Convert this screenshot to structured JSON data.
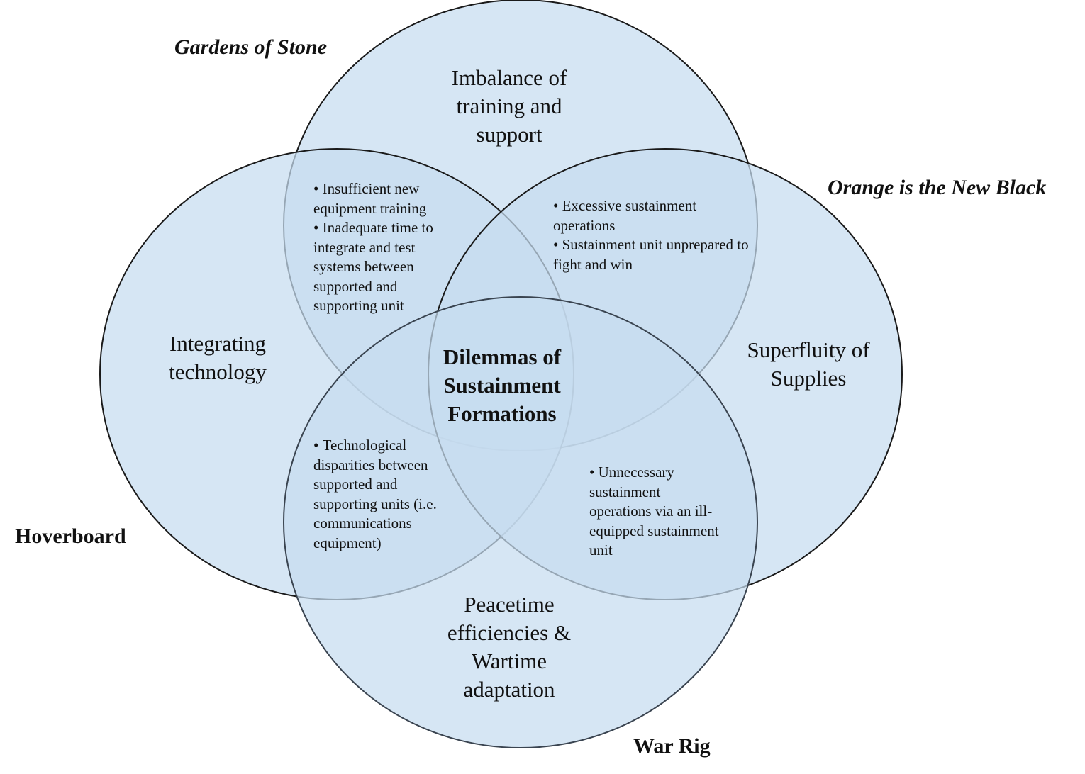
{
  "diagram": {
    "type": "venn",
    "colors": {
      "fill": "#c6dcf0",
      "stroke": "#1a1a1a"
    },
    "film_labels": {
      "top": "Gardens of Stone",
      "right": "Orange is the New Black",
      "left": "Hoverboard",
      "bottom": "War Rig"
    },
    "circle_themes": {
      "top": [
        "Imbalance of",
        "training and",
        "support"
      ],
      "left": [
        "Integrating",
        "technology"
      ],
      "right": [
        "Superfluity of",
        "Supplies"
      ],
      "bottom": [
        "Peacetime",
        "efficiencies &",
        "Wartime",
        "adaptation"
      ]
    },
    "center": [
      "Dilemmas of",
      "Sustainment",
      "Formations"
    ],
    "overlaps": {
      "top_left": [
        "Insufficient new equipment training",
        "Inadequate time to integrate and test systems between supported and supporting unit"
      ],
      "top_right": [
        "Excessive sustainment operations",
        "Sustainment unit unprepared to fight and win"
      ],
      "bottom_left": [
        "Technological disparities between supported and supporting units (i.e. communications equipment)"
      ],
      "bottom_right": [
        "Unnecessary sustainment operations via an ill-equipped sustainment unit"
      ]
    }
  }
}
